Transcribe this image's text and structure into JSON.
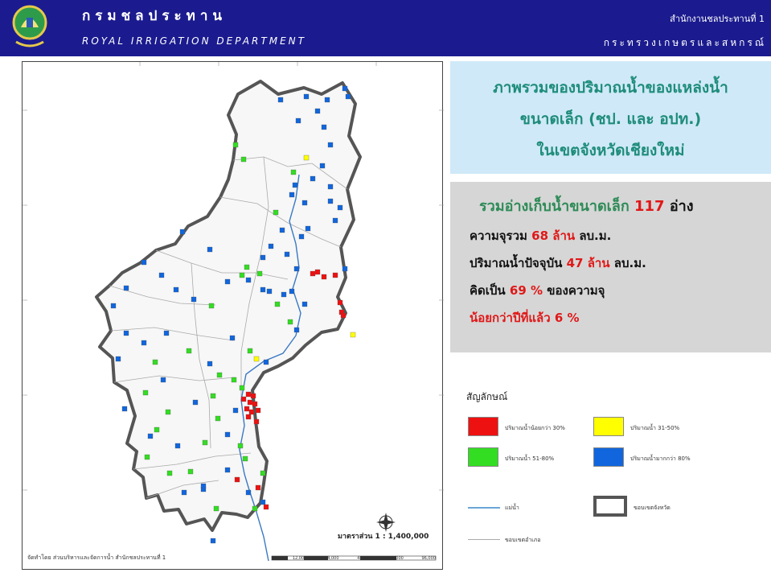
{
  "header": {
    "org_th": "กรมชลประทาน",
    "org_en": "ROYAL IRRIGATION DEPARTMENT",
    "office": "สำนักงานชลประทานที่ 1",
    "ministry": "กระทรวงเกษตรและสหกรณ์"
  },
  "title": {
    "line1": "ภาพรวมของปริมาณน้ำของแหล่งน้ำ",
    "line2": "ขนาดเล็ก (ชป. และ อปท.)",
    "line3": "ในเขตจังหวัดเชียงใหม่"
  },
  "summary": {
    "head_prefix": "รวมอ่างเก็บน้ำขนาดเล็ก ",
    "head_count": "117",
    "head_suffix": " อ่าง",
    "capacity_label": "ความจุรวม ",
    "capacity_value": "68 ล้าน",
    "capacity_unit": " ลบ.ม.",
    "current_label": "ปริมาณน้ำปัจจุบัน  ",
    "current_value": "47 ล้าน",
    "current_unit": " ลบ.ม.",
    "percent_label": "คิดเป็น ",
    "percent_value": "69 %",
    "percent_suffix": " ของความจุ",
    "compare": "น้อยกว่าปีที่แล้ว 6 %"
  },
  "legend": {
    "title": "สัญลักษณ์",
    "items": [
      {
        "label": "ปริมาณน้ำน้อยกว่า 30%",
        "color": "#ee1111"
      },
      {
        "label": "ปริมาณน้ำ 31-50%",
        "color": "#ffff00"
      },
      {
        "label": "ปริมาณน้ำ 51-80%",
        "color": "#33dd22"
      },
      {
        "label": "ปริมาณน้ำมากกว่า 80%",
        "color": "#1166dd"
      }
    ],
    "river_label": "แม่น้ำ",
    "province_label": "ขอบเขตจังหวัด",
    "district_label": "ขอบเขตอำเภอ"
  },
  "map": {
    "scale": "มาตราส่วน 1 : 1,400,000",
    "scale_ticks": [
      "0",
      "12,000",
      "24,000",
      "48,000",
      "72,000",
      "96,000"
    ],
    "credit": "จัดทำโดย ส่วนบริหารและจัดการน้ำ สำนักชลประทานที่ 1"
  }
}
